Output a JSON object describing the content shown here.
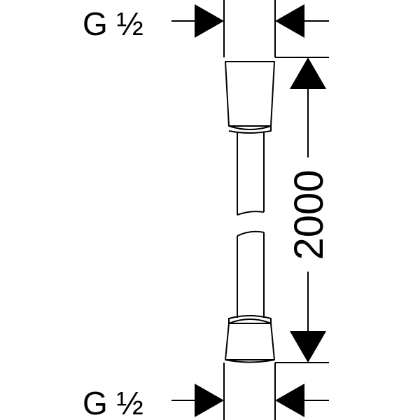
{
  "drawing": {
    "top_thread_label": "G ½",
    "bottom_thread_label": "G ½",
    "length_dimension": "2000"
  },
  "colors": {
    "line": "#000000",
    "background": "#ffffff"
  }
}
